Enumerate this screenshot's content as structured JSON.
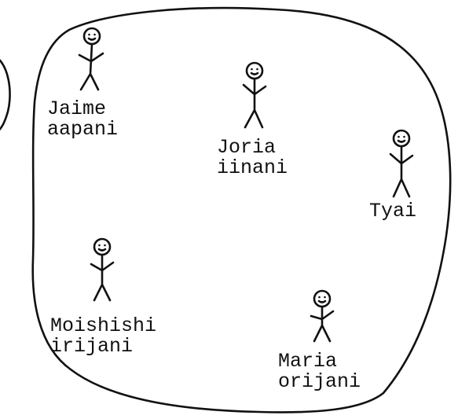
{
  "people": [
    {
      "id": "jaime",
      "name": "Jaime",
      "surname": "aapani"
    },
    {
      "id": "joria",
      "name": "Joria",
      "surname": "iinani"
    },
    {
      "id": "tyai",
      "name": "Tyai",
      "surname": ""
    },
    {
      "id": "moishishi",
      "name": "Moishishi",
      "surname": "irijani"
    },
    {
      "id": "maria",
      "name": "Maria",
      "surname": "orijani"
    }
  ]
}
